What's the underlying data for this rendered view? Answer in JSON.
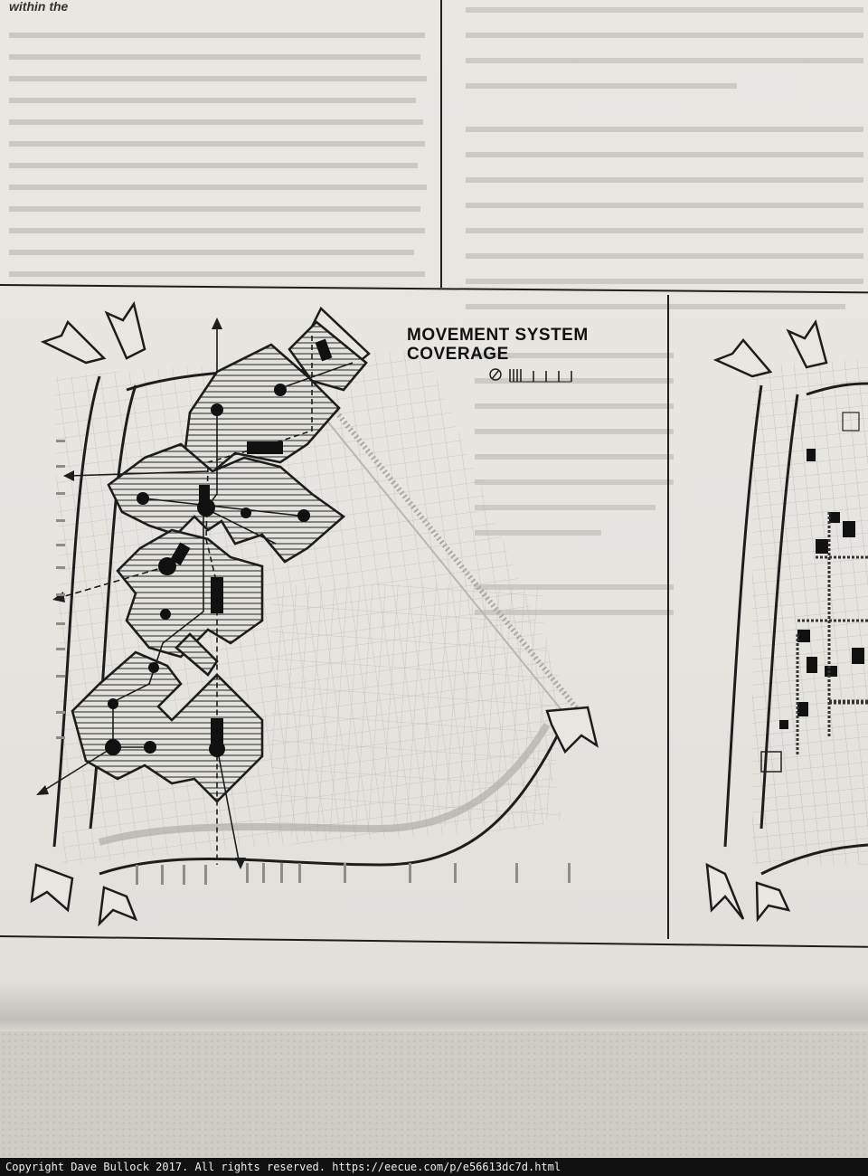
{
  "page": {
    "headline_fragment": "within the"
  },
  "figure": {
    "title_line1": "MOVEMENT SYSTEM",
    "title_line2": "COVERAGE"
  },
  "footer": {
    "copyright": "Copyright Dave Bullock 2017. All rights reserved. https://eecue.com/p/e56613dc7d.html"
  },
  "colors": {
    "ink": "#1d1d1d",
    "paper": "#e8e6e1",
    "street_grid": "#b7b5b0"
  }
}
